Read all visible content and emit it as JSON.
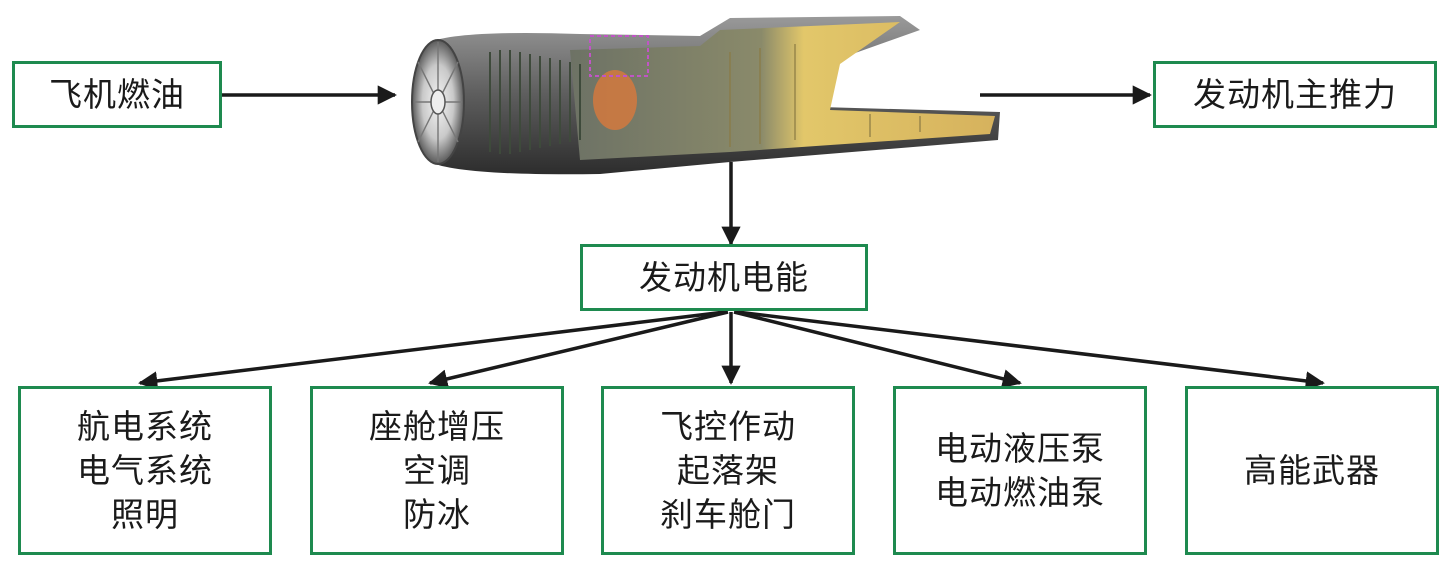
{
  "colors": {
    "box_border": "#1e8a4f",
    "arrow": "#1a1a1a"
  },
  "input": {
    "label": "飞机燃油"
  },
  "output": {
    "label": "发动机主推力"
  },
  "engine": {
    "icon": "jet-engine-cutaway-illustration"
  },
  "hub": {
    "label": "发动机电能"
  },
  "consumers": [
    {
      "lines": [
        "航电系统",
        "电气系统",
        "照明"
      ]
    },
    {
      "lines": [
        "座舱增压",
        "空调",
        "防冰"
      ]
    },
    {
      "lines": [
        "飞控作动",
        "起落架",
        "刹车舱门"
      ]
    },
    {
      "lines": [
        "电动液压泵",
        "电动燃油泵"
      ]
    },
    {
      "lines": [
        "高能武器"
      ]
    }
  ]
}
